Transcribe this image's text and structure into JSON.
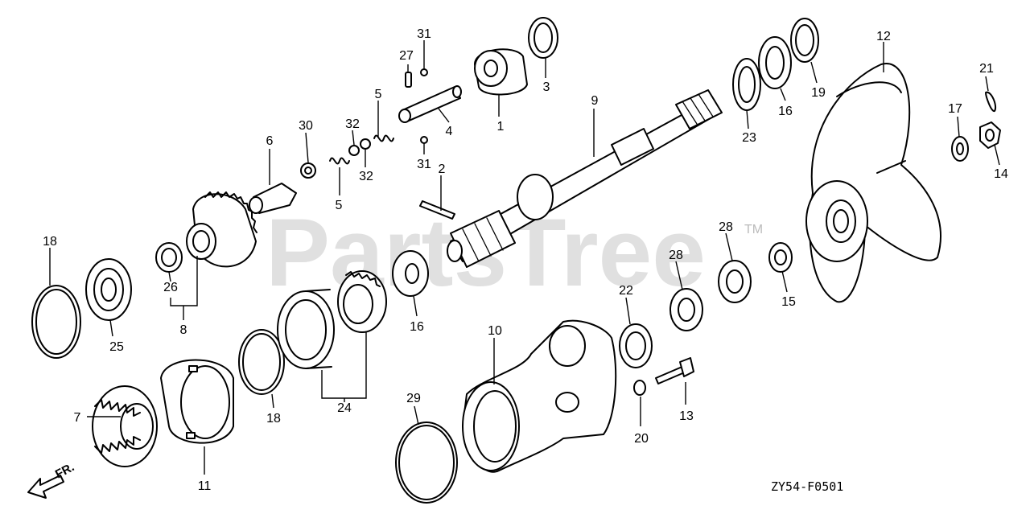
{
  "diagram": {
    "code": "ZY54-F0501",
    "front_label": "FR.",
    "watermark": "PartsTree",
    "watermark_tm": "TM",
    "labels": {
      "p1": "1",
      "p2": "2",
      "p3": "3",
      "p4": "4",
      "p5a": "5",
      "p5b": "5",
      "p6": "6",
      "p7": "7",
      "p8": "8",
      "p9": "9",
      "p10": "10",
      "p11": "11",
      "p12": "12",
      "p13": "13",
      "p14": "14",
      "p15": "15",
      "p16a": "16",
      "p16b": "16",
      "p17": "17",
      "p18a": "18",
      "p18b": "18",
      "p19": "19",
      "p20": "20",
      "p21": "21",
      "p22": "22",
      "p23": "23",
      "p24": "24",
      "p25": "25",
      "p26": "26",
      "p27": "27",
      "p28a": "28",
      "p28b": "28",
      "p29": "29",
      "p30": "30",
      "p31a": "31",
      "p31b": "31",
      "p32a": "32",
      "p32b": "32"
    }
  }
}
